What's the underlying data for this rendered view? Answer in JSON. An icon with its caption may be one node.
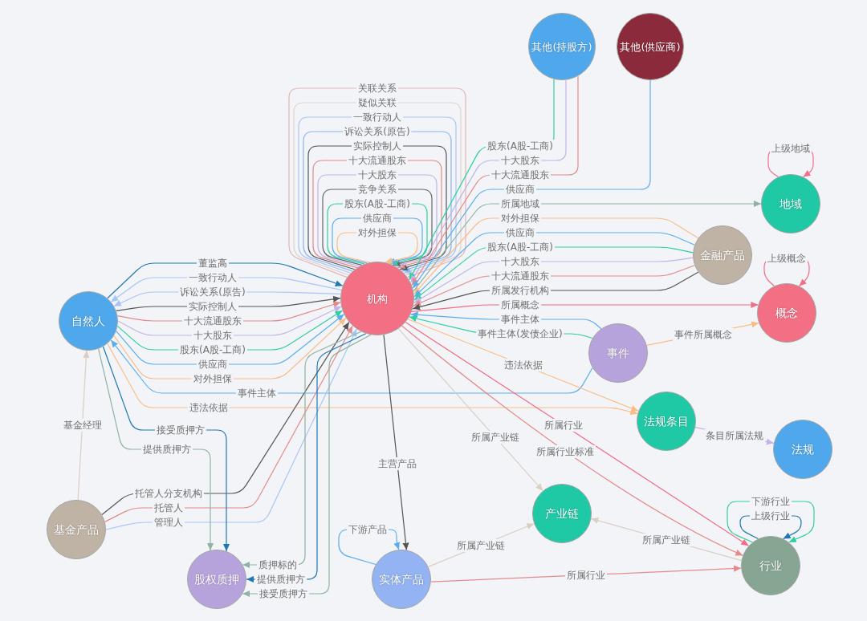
{
  "diagram": {
    "nodes": [
      {
        "text": [
          "其他(持股方)"
        ]
      },
      {
        "text": [
          "其他(供应商)"
        ]
      },
      {
        "text": [
          "金融产品"
        ]
      },
      {
        "text": [
          "地域"
        ]
      },
      {
        "text": [
          "机构"
        ]
      },
      {
        "text": [
          "概念"
        ]
      },
      {
        "text": [
          "事件"
        ]
      },
      {
        "text": [
          "自然人"
        ]
      },
      {
        "text": [
          "法规条目"
        ]
      },
      {
        "text": [
          "法规"
        ]
      },
      {
        "text": [
          "产业链"
        ]
      },
      {
        "text": [
          "行业"
        ]
      },
      {
        "text": [
          "基金产品"
        ]
      },
      {
        "text": [
          "实体产品"
        ]
      },
      {
        "text": [
          "股权质押"
        ]
      }
    ],
    "edges": [
      {
        "from": 4,
        "to": 4,
        "arrow": "to",
        "label": "关联关系",
        "color": "#e3b5b5"
      },
      {
        "from": 4,
        "to": 4,
        "arrow": "to",
        "label": "疑似关联",
        "color": "#e2d4cc"
      },
      {
        "from": 4,
        "to": 4,
        "arrow": "to",
        "label": "一致行动人",
        "color": "#a8c5f7"
      },
      {
        "from": 4,
        "to": 4,
        "arrow": "to",
        "label": "诉讼关系(原告)",
        "color": "#88b4f0"
      },
      {
        "from": 4,
        "to": 4,
        "arrow": "to",
        "label": "实际控制人",
        "color": "#555555"
      },
      {
        "from": 4,
        "to": 4,
        "arrow": "to",
        "label": "十大流通股东",
        "color": "#e48a8a"
      },
      {
        "from": 4,
        "to": 4,
        "arrow": "to",
        "label": "十大股东",
        "color": "#c3b3e6"
      },
      {
        "from": 4,
        "to": 4,
        "arrow": "to",
        "label": "竞争关系",
        "color": "#666666"
      },
      {
        "from": 4,
        "to": 4,
        "arrow": "to",
        "label": "股东(A股-工商)",
        "color": "#2fcf9f"
      },
      {
        "from": 4,
        "to": 4,
        "arrow": "to",
        "label": "供应商",
        "color": "#5aaef0"
      },
      {
        "from": 4,
        "to": 4,
        "arrow": "to",
        "label": "对外担保",
        "color": "#fbbd86"
      },
      {
        "from": 0,
        "to": 4,
        "arrow": "to",
        "label": "股东(A股-工商)",
        "color": "#2fcf9f"
      },
      {
        "from": 0,
        "to": 4,
        "arrow": "to",
        "label": "十大股东",
        "color": "#c3b3e6"
      },
      {
        "from": 0,
        "to": 4,
        "arrow": "to",
        "label": "十大流通股东",
        "color": "#e48a8a"
      },
      {
        "from": 1,
        "to": 4,
        "arrow": "to",
        "label": "供应商",
        "color": "#5aaef0"
      },
      {
        "from": 2,
        "to": 4,
        "arrow": "to",
        "label": "对外担保",
        "color": "#fbbd86"
      },
      {
        "from": 2,
        "to": 4,
        "arrow": "to",
        "label": "供应商",
        "color": "#5aaef0"
      },
      {
        "from": 2,
        "to": 4,
        "arrow": "to",
        "label": "股东(A股-工商)",
        "color": "#2fcf9f"
      },
      {
        "from": 2,
        "to": 4,
        "arrow": "to",
        "label": "十大股东",
        "color": "#c3b3e6"
      },
      {
        "from": 2,
        "to": 4,
        "arrow": "to",
        "label": "十大流通股东",
        "color": "#e48a8a"
      },
      {
        "from": 2,
        "to": 4,
        "arrow": "to",
        "label": "所属发行机构",
        "color": "#555555"
      },
      {
        "from": 4,
        "to": 3,
        "arrow": "to",
        "label": "所属地域",
        "color": "#8fb3a0"
      },
      {
        "from": 3,
        "to": 3,
        "arrow": "to",
        "label": "上级地域",
        "color": "#f26d85"
      },
      {
        "from": 4,
        "to": 5,
        "arrow": "to",
        "label": "所属概念",
        "color": "#f26d85"
      },
      {
        "from": 5,
        "to": 5,
        "arrow": "to",
        "label": "上级概念",
        "color": "#f26d85"
      },
      {
        "from": 6,
        "to": 4,
        "arrow": "to",
        "label": "事件主体",
        "color": "#5aaef0"
      },
      {
        "from": 6,
        "to": 4,
        "arrow": "to",
        "label": "事件主体(发债企业)",
        "color": "#2fcf9f"
      },
      {
        "from": 6,
        "to": 5,
        "arrow": "to",
        "label": "事件所属概念",
        "color": "#fbbd86"
      },
      {
        "from": 6,
        "to": 7,
        "arrow": "to",
        "label": "事件主体",
        "color": "#5aaef0"
      },
      {
        "from": 7,
        "to": 4,
        "arrow": "to",
        "label": "董监高",
        "color": "#1f78b4"
      },
      {
        "from": 4,
        "to": 7,
        "arrow": "to",
        "label": "一致行动人",
        "color": "#a8c5f7"
      },
      {
        "from": 4,
        "to": 7,
        "arrow": "to",
        "label": "诉讼关系(原告)",
        "color": "#a8c5f7"
      },
      {
        "from": 7,
        "to": 4,
        "arrow": "to",
        "label": "实际控制人",
        "color": "#555555"
      },
      {
        "from": 7,
        "to": 4,
        "arrow": "to",
        "label": "十大流通股东",
        "color": "#e48a8a"
      },
      {
        "from": 7,
        "to": 4,
        "arrow": "to",
        "label": "十大股东",
        "color": "#c3b3e6"
      },
      {
        "from": 7,
        "to": 4,
        "arrow": "to",
        "label": "股东(A股-工商)",
        "color": "#2fcf9f"
      },
      {
        "from": 7,
        "to": 4,
        "arrow": "to",
        "label": "供应商",
        "color": "#5aaef0"
      },
      {
        "from": 7,
        "to": 4,
        "arrow": "to",
        "label": "对外担保",
        "color": "#fbbd86"
      },
      {
        "from": 4,
        "to": 8,
        "arrow": "to",
        "label": "违法依据",
        "color": "#fbbd86"
      },
      {
        "from": 7,
        "to": 8,
        "arrow": "to",
        "label": "违法依据",
        "color": "#fbbd86"
      },
      {
        "from": 8,
        "to": 9,
        "arrow": "to",
        "label": "条目所属法规",
        "color": "#c3b3e6"
      },
      {
        "from": 4,
        "to": 10,
        "arrow": "to",
        "label": "所属产业链",
        "color": "#d9cfc3"
      },
      {
        "from": 4,
        "to": 11,
        "arrow": "to",
        "label": "所属行业",
        "color": "#f26d85"
      },
      {
        "from": 4,
        "to": 11,
        "arrow": "to",
        "label": "所属行业标准",
        "color": "#e48a8a"
      },
      {
        "from": 11,
        "to": 11,
        "arrow": "to",
        "label": "下游行业",
        "color": "#2fcf9f"
      },
      {
        "from": 11,
        "to": 11,
        "arrow": "to",
        "label": "上级行业",
        "color": "#1f78b4"
      },
      {
        "from": 11,
        "to": 10,
        "arrow": "to",
        "label": "所属产业链",
        "color": "#d9cfc3"
      },
      {
        "from": 13,
        "to": 10,
        "arrow": "to",
        "label": "所属产业链",
        "color": "#d9cfc3"
      },
      {
        "from": 13,
        "to": 11,
        "arrow": "to",
        "label": "所属行业",
        "color": "#e48a8a"
      },
      {
        "from": 13,
        "to": 13,
        "arrow": "to",
        "label": "下游产品",
        "color": "#5aaef0"
      },
      {
        "from": 4,
        "to": 13,
        "arrow": "to",
        "label": "主营产品",
        "color": "#555555"
      },
      {
        "from": 12,
        "to": 7,
        "arrow": "to",
        "label": "基金经理",
        "color": "#d9cfc3"
      },
      {
        "from": 12,
        "to": 4,
        "arrow": "to",
        "label": "托管人分支机构",
        "color": "#555555"
      },
      {
        "from": 12,
        "to": 4,
        "arrow": "to",
        "label": "托管人",
        "color": "#e48a8a"
      },
      {
        "from": 12,
        "to": 4,
        "arrow": "to",
        "label": "管理人",
        "color": "#a8c5f7"
      },
      {
        "from": 7,
        "to": 14,
        "arrow": "to",
        "label": "接受质押方",
        "color": "#1f78b4"
      },
      {
        "from": 7,
        "to": 14,
        "arrow": "to",
        "label": "提供质押方",
        "color": "#8fb3a0"
      },
      {
        "from": 4,
        "to": 14,
        "arrow": "to",
        "label": "质押标的",
        "color": "#8fb3a0"
      },
      {
        "from": 4,
        "to": 14,
        "arrow": "to",
        "label": "提供质押方",
        "color": "#1f78b4"
      },
      {
        "from": 4,
        "to": 14,
        "arrow": "to",
        "label": "接受质押方",
        "color": "#8fb3a0"
      }
    ]
  }
}
